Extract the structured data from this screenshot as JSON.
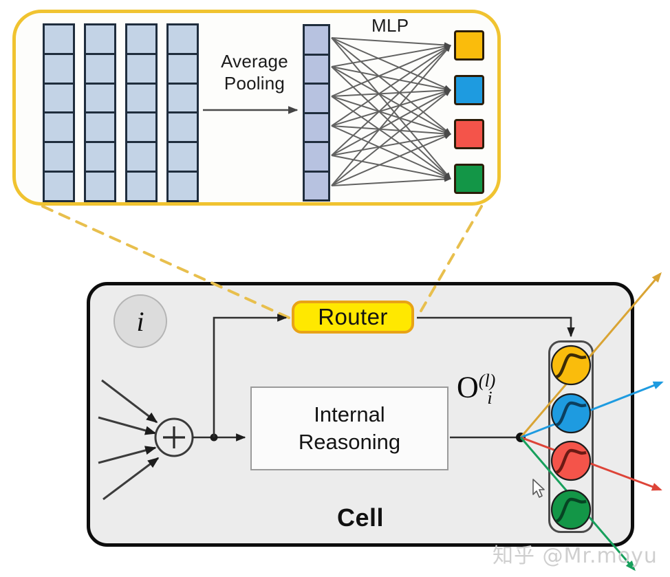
{
  "figure": {
    "title": "Cell with Router and MLP detail",
    "watermark": "知乎 @Mr.moyu"
  },
  "zoom_panel": {
    "name": "router-detail-panel",
    "border_color": "#f0c330",
    "pooling_label": "Average\nPooling",
    "pooling_label_line1": "Average",
    "pooling_label_line2": "Pooling",
    "mlp_label": "MLP",
    "input_columns": 4,
    "input_cells_per_column": 6,
    "input_cell_color": "#c3d3e6",
    "pooled_vector_cells": 6,
    "pooled_cell_color": "#b7c2e0",
    "outputs": [
      {
        "name": "output-amber",
        "color": "#fabc0c"
      },
      {
        "name": "output-blue",
        "color": "#1e9be0"
      },
      {
        "name": "output-red",
        "color": "#f4544a"
      },
      {
        "name": "output-green",
        "color": "#139647"
      }
    ]
  },
  "cell_panel": {
    "name": "cell",
    "label": "Cell",
    "index_badge": "i",
    "background": "#ececec",
    "router": {
      "label": "Router",
      "fill": "#ffe800",
      "border": "#e8a317"
    },
    "reasoning": {
      "line1": "Internal",
      "line2": "Reasoning"
    },
    "output_notation": {
      "base": "O",
      "superscript": "(l)",
      "subscript": "i"
    },
    "activations": [
      {
        "name": "activation-amber",
        "color": "#fabc0c"
      },
      {
        "name": "activation-blue",
        "color": "#1e9be0"
      },
      {
        "name": "activation-red",
        "color": "#f4544a"
      },
      {
        "name": "activation-green",
        "color": "#139647"
      }
    ],
    "incoming_arrows": 4,
    "outgoing_arrows": [
      {
        "name": "out-arrow-amber",
        "color": "#d9a434"
      },
      {
        "name": "out-arrow-blue",
        "color": "#1e9be0"
      },
      {
        "name": "out-arrow-red",
        "color": "#dd4438"
      },
      {
        "name": "out-arrow-green",
        "color": "#17a05c"
      }
    ]
  },
  "connector": {
    "name": "zoom-connector",
    "style": "dashed",
    "color": "#e8bf4d"
  }
}
